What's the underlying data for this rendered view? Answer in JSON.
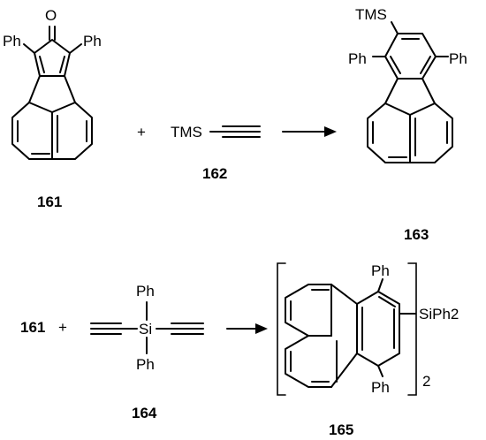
{
  "scheme": {
    "reaction1": {
      "reactant_a": {
        "id": "161",
        "atom_o": "O",
        "sub_left": "Ph",
        "sub_right": "Ph"
      },
      "plus": "+",
      "reactant_b": {
        "id": "162",
        "group": "TMS"
      },
      "product": {
        "id": "163",
        "group": "TMS",
        "sub_left": "Ph",
        "sub_right": "Ph"
      }
    },
    "reaction2": {
      "reactant_a": {
        "id": "161"
      },
      "plus": "+",
      "reactant_b": {
        "id": "164",
        "atom_si": "Si",
        "sub_top": "Ph",
        "sub_bottom": "Ph"
      },
      "product": {
        "id": "165",
        "sub_top": "Ph",
        "sub_bottom": "Ph",
        "silyl": "SiPh2",
        "subscript": "2"
      }
    }
  }
}
